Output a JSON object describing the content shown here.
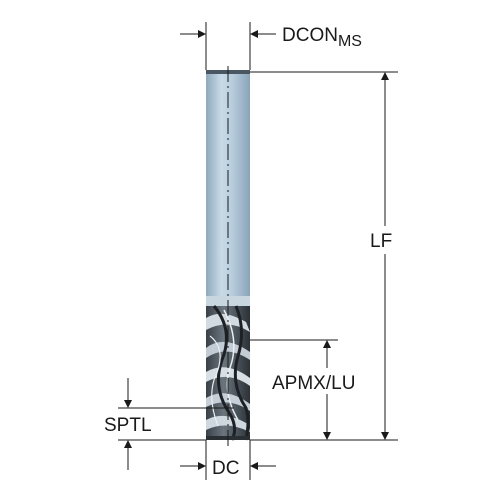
{
  "diagram": {
    "labels": {
      "dcon": "DCON",
      "dcon_subscript": "MS",
      "lf": "LF",
      "apmx_lu": "APMX/LU",
      "sptl": "SPTL",
      "dc": "DC"
    },
    "colors": {
      "shank_light": "#c3d6e4",
      "shank_mid": "#9fb8cb",
      "shank_edge": "#7f99ad",
      "flute_dark": "#2e3338",
      "flute_mid": "#5b646c",
      "flute_light": "#aeb9c2",
      "line": "#1a1a1a"
    }
  }
}
